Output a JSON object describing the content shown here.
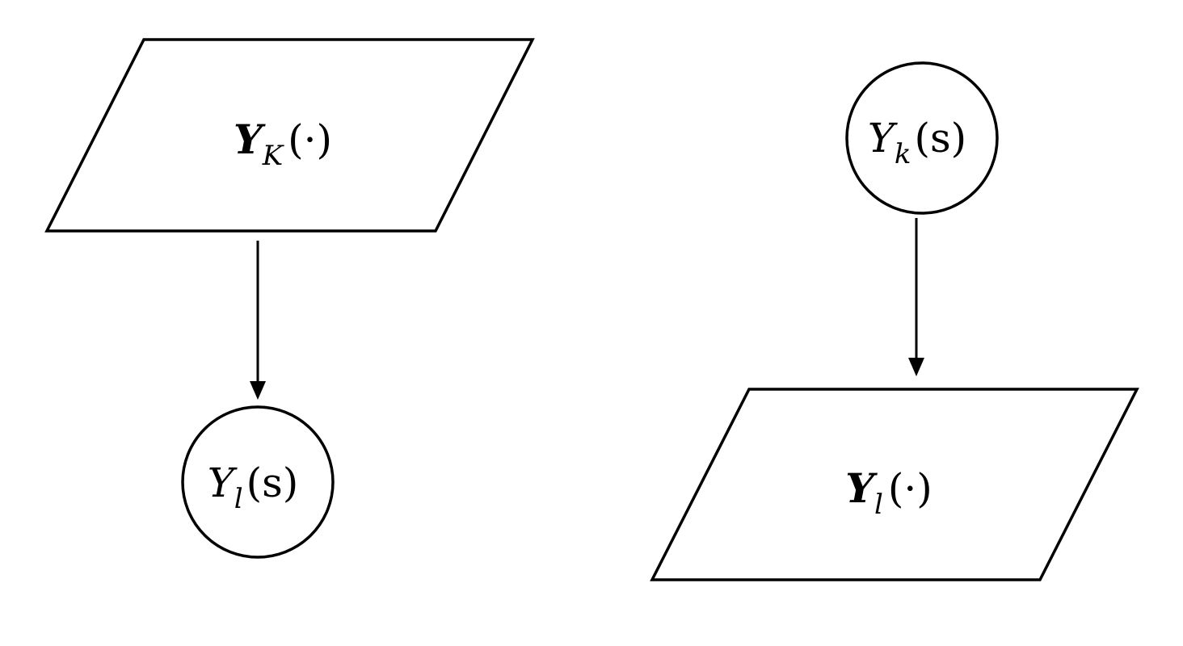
{
  "nodes": {
    "left_top": {
      "symbol": "Y",
      "subscript": "K",
      "argument": "(·)"
    },
    "left_bottom": {
      "symbol": "Y",
      "subscript": "l",
      "argument": "(s)"
    },
    "right_top": {
      "symbol": "Y",
      "subscript": "k",
      "argument": "(s)"
    },
    "right_bottom": {
      "symbol": "Y",
      "subscript": "l",
      "argument": "(·)"
    }
  },
  "colors": {
    "stroke": "#000000",
    "background": "#ffffff"
  }
}
